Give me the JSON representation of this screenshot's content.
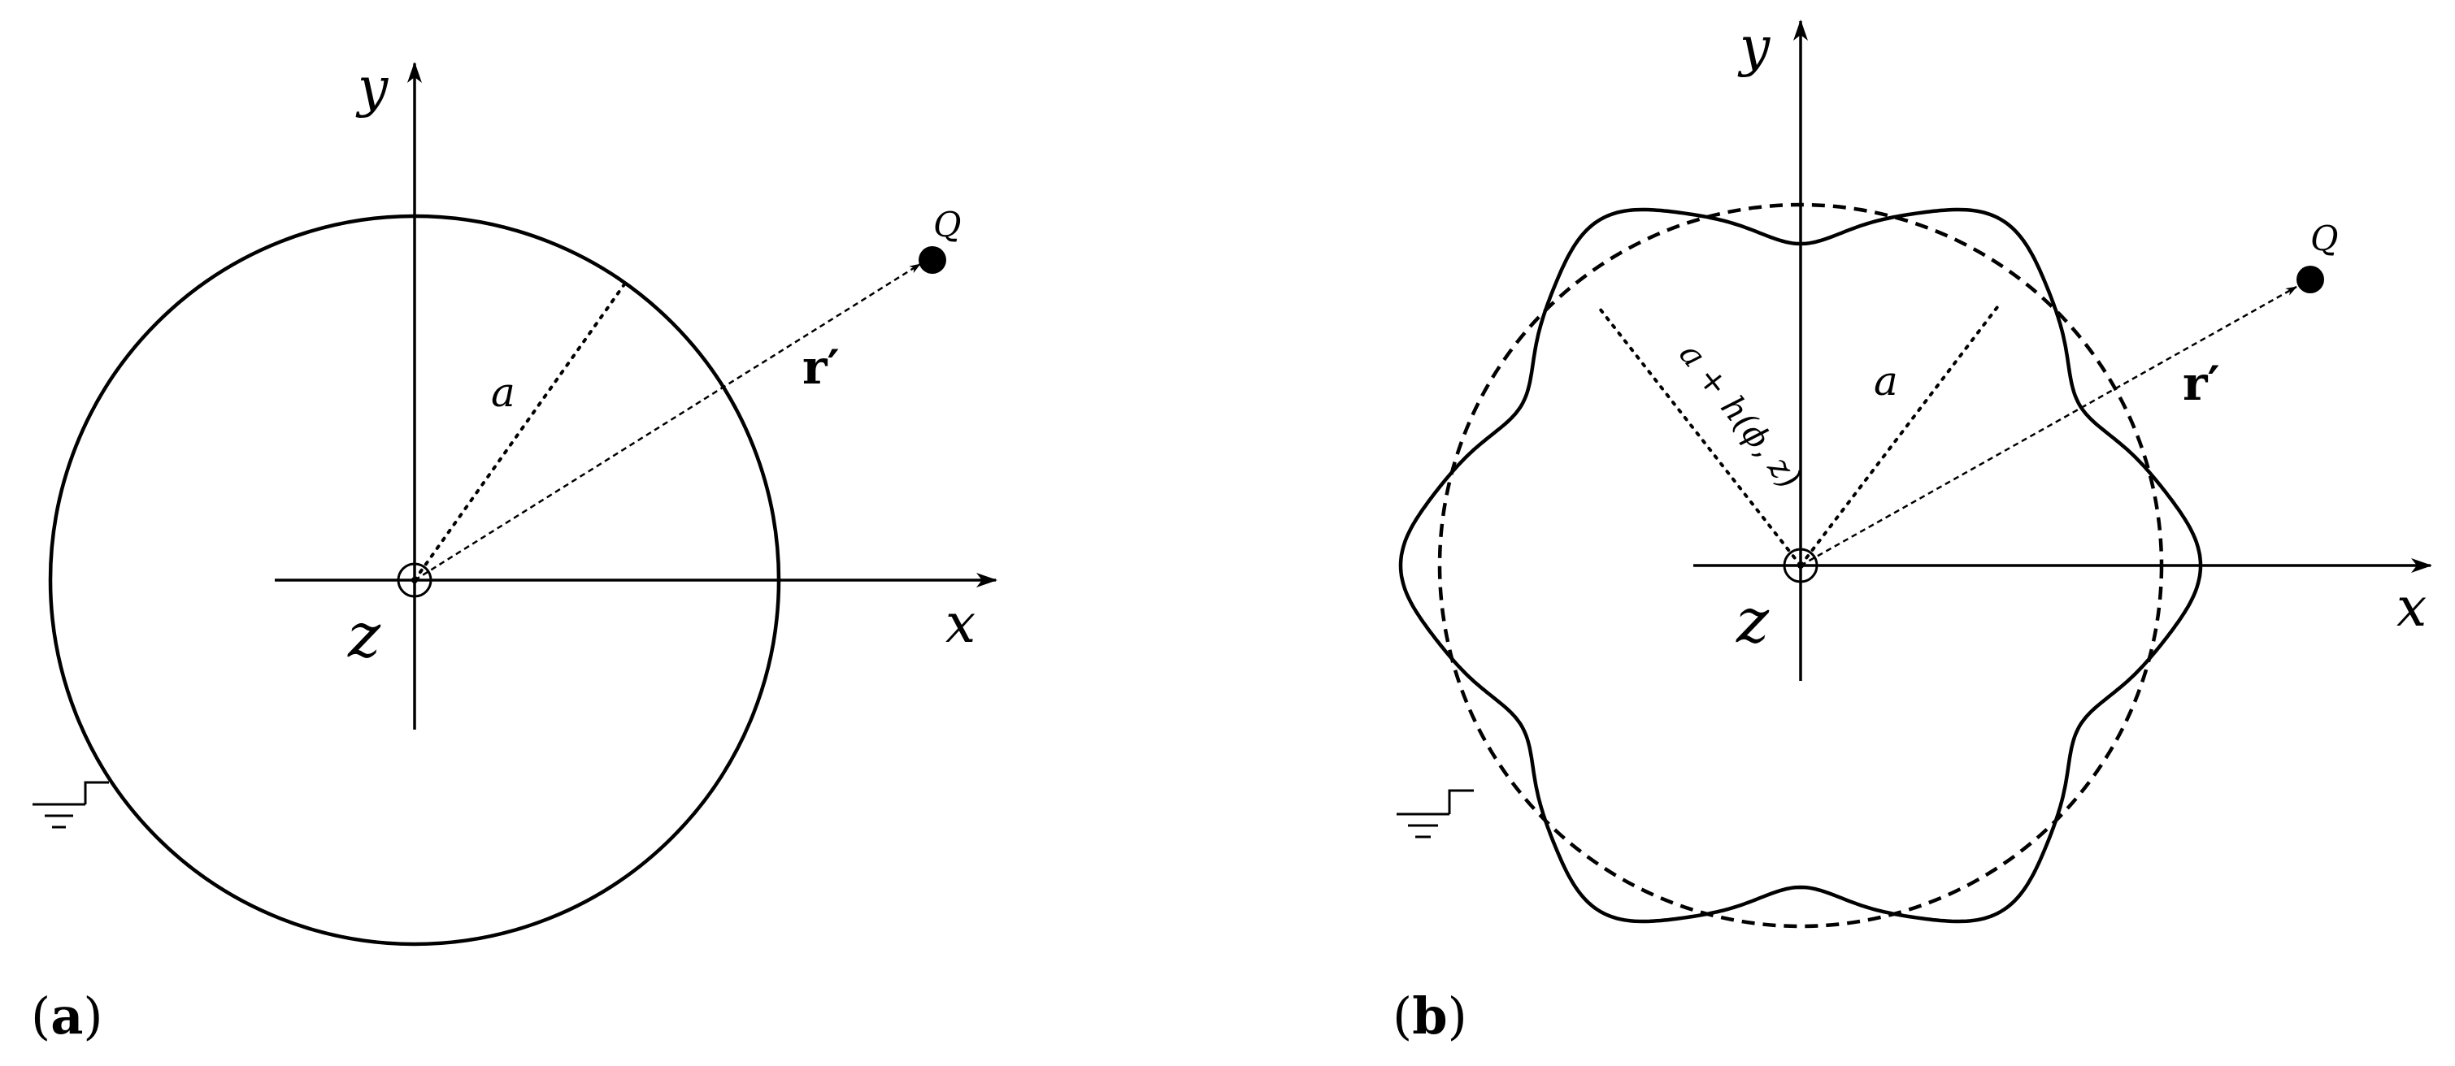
{
  "panels": [
    {
      "id": "a",
      "label_open": "(",
      "label_letter": "a",
      "label_close": ")",
      "axis_x": "x",
      "axis_y": "y",
      "axis_z": "z",
      "radius_label": "a",
      "vector_label": "r′",
      "charge_label": "Q"
    },
    {
      "id": "b",
      "label_open": "(",
      "label_letter": "b",
      "label_close": ")",
      "axis_x": "x",
      "axis_y": "y",
      "axis_z": "z",
      "radius_label": "a",
      "perturbed_radius_label": "a + h(ϕ, z)",
      "vector_label": "r′",
      "charge_label": "Q"
    }
  ]
}
